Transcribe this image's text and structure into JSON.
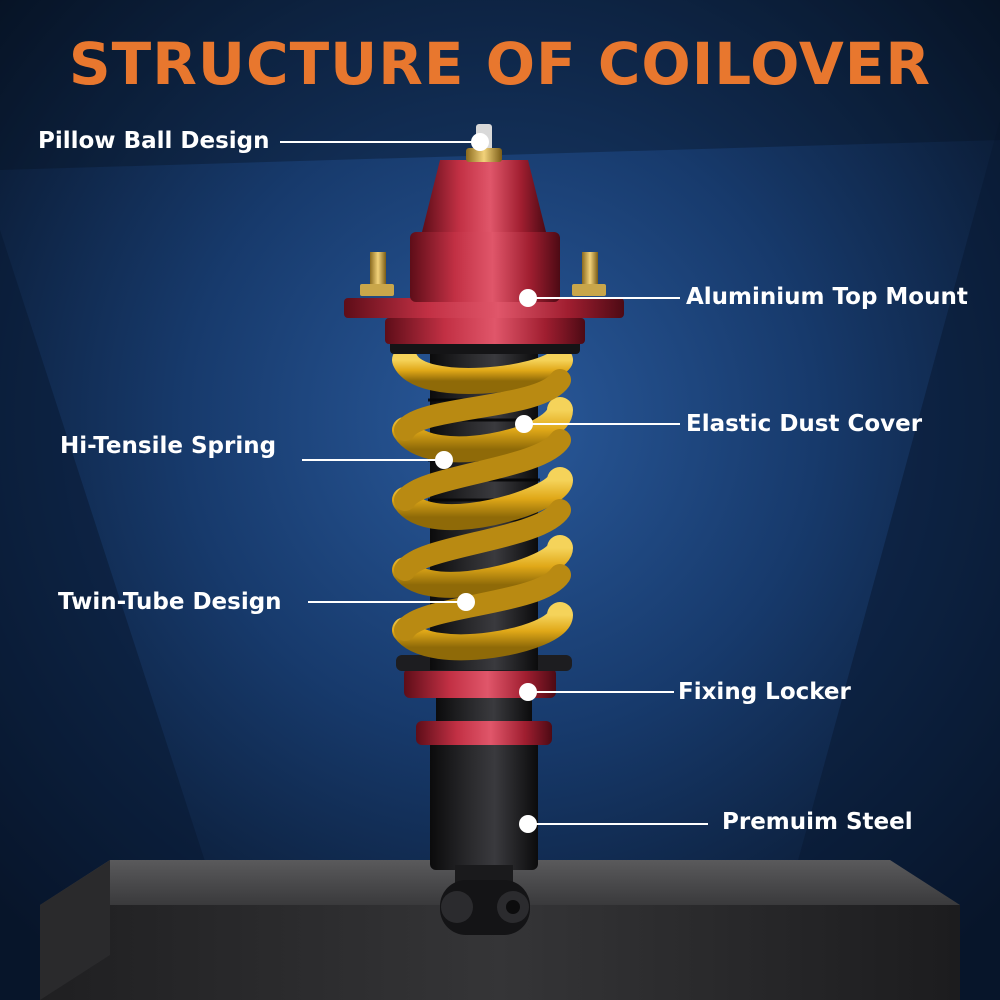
{
  "title": "STRUCTURE OF COILOVER",
  "labels": {
    "pillow_ball": "Pillow Ball Design",
    "top_mount": "Aluminium Top Mount",
    "dust_cover": "Elastic Dust Cover",
    "spring": "Hi-Tensile Spring",
    "twin_tube": "Twin-Tube Design",
    "fixing_locker": "Fixing Locker",
    "premium_steel": "Premuim Steel"
  },
  "colors": {
    "title": "#e8772e",
    "background_dark": "#071224",
    "background_light": "#1f4a86",
    "spring": "#e6b31c",
    "mount": "#b2223a",
    "body": "#1c1c1e",
    "pedestal": "#3b3b3d"
  }
}
